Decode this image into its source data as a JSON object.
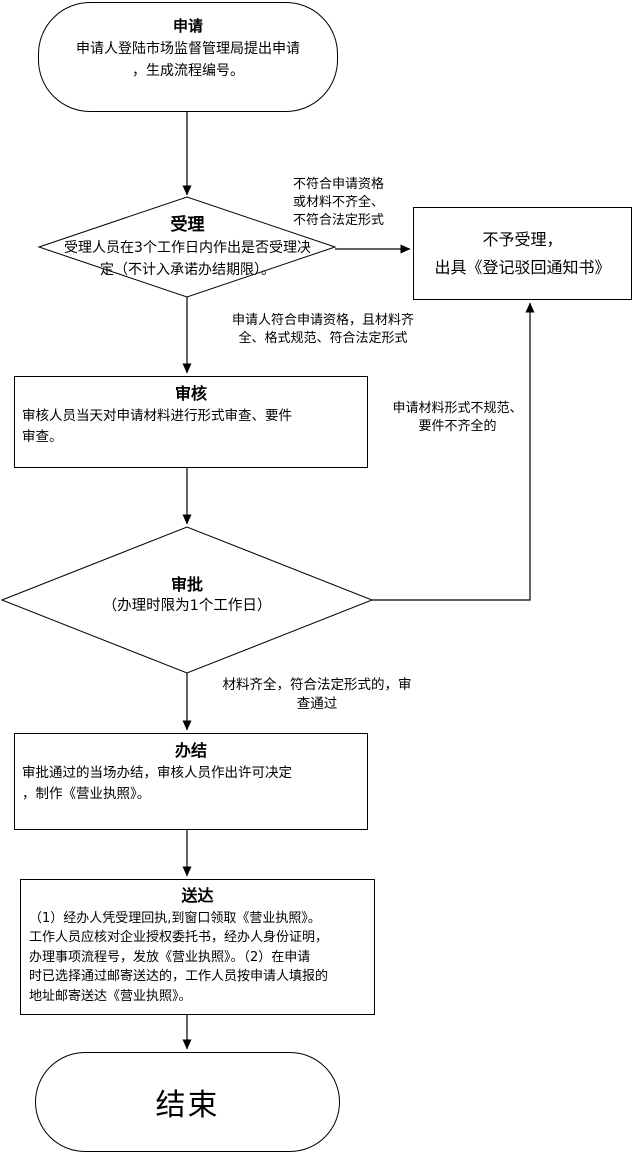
{
  "page": {
    "background_color": "#ffffff",
    "line_color": "#000000"
  },
  "flowchart": {
    "nodes": {
      "apply": {
        "title": "申请",
        "body": "申请人登陆市场监督管理局提出申请\n，生成流程编号。"
      },
      "accept": {
        "title": "受理",
        "body": "受理人员在3个工作日内作出是否受理决\n定（不计入承诺办结期限）。"
      },
      "reject": {
        "body": "不予受理，\n出具《登记驳回通知书》"
      },
      "review": {
        "title": "审核",
        "body": "审核人员当天对申请材料进行形式审查、要件\n审查。"
      },
      "approve": {
        "title": "审批",
        "body": "（办理时限为1个工作日）"
      },
      "complete": {
        "title": "办结",
        "body": "审批通过的当场办结，审核人员作出许可决定\n，制作《营业执照》。"
      },
      "deliver": {
        "title": "送达",
        "body": "（1）经办人凭受理回执,到窗口领取《营业执照》。\n工作人员应核对企业授权委托书，经办人身份证明，\n办理事项流程号，发放《营业执照》。（2）在申请\n时已选择通过邮寄送达的，工作人员按申请人填报的\n地址邮寄送达《营业执照》。"
      },
      "end": {
        "title": "结束"
      }
    },
    "edge_labels": {
      "accept_reject_condition": "不符合申请资格\n或材料不齐全、\n不符合法定形式",
      "accept_pass_condition": "申请人符合申请资格，且材料齐\n全、格式规范、符合法定形式",
      "approve_reject_condition": "申请材料形式不规范、\n要件不齐全的",
      "approve_pass_condition": "材料齐全，符合法定形式的，审\n查通过"
    }
  }
}
